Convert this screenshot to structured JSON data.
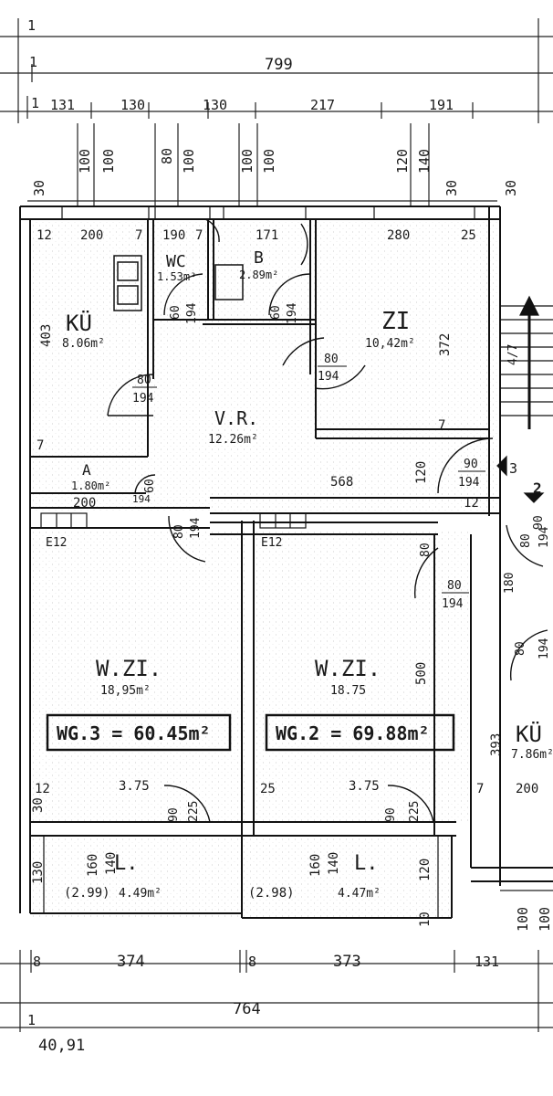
{
  "dimensions": {
    "top_total": "799",
    "top_segments": [
      "131",
      "130",
      "130",
      "217",
      "191"
    ],
    "top_marks": [
      "1",
      "1",
      "1"
    ],
    "window_heights": [
      "100",
      "100",
      "80",
      "100",
      "100",
      "100",
      "120",
      "140"
    ],
    "wall_marks": [
      "30",
      "30",
      "30",
      "30"
    ],
    "bottom_segments": [
      "8",
      "374",
      "8",
      "373",
      "131"
    ],
    "bottom_total": "764",
    "bottom_mark": "1",
    "bottom_extra": "40,91",
    "right_heights": [
      "100",
      "100"
    ]
  },
  "rooms": {
    "kitchen": {
      "name": "KÜ",
      "area": "8.06m²",
      "dims": [
        "12",
        "200",
        "7",
        "403",
        "7"
      ]
    },
    "wc": {
      "name": "WC",
      "area": "1.53m²",
      "dims": [
        "190",
        "7"
      ]
    },
    "bath": {
      "name": "B",
      "area": "2.89m²",
      "dims": [
        "171"
      ]
    },
    "room": {
      "name": "ZI",
      "area": "10,42m²",
      "dims": [
        "280",
        "25",
        "372",
        "7"
      ]
    },
    "hall": {
      "name": "V.R.",
      "area": "12.26m²",
      "dims": [
        "568",
        "120"
      ]
    },
    "storage": {
      "name": "A",
      "area": "1.80m²",
      "dims": [
        "200",
        "12"
      ]
    },
    "living3": {
      "name": "W.ZI.",
      "area": "18,95m²",
      "dims": [
        "12",
        "3.75"
      ]
    },
    "living2": {
      "name": "W.ZI.",
      "area": "18.75",
      "dims": [
        "25",
        "3.75",
        "500",
        "7"
      ]
    },
    "loggia3": {
      "name": "L.",
      "area": "4.49m²",
      "extra": "(2.99)",
      "dims": [
        "130",
        "160",
        "140"
      ]
    },
    "loggia2": {
      "name": "L.",
      "area": "4.47m²",
      "extra": "(2.98)",
      "dims": [
        "160",
        "140",
        "120",
        "10"
      ]
    },
    "kitchen_right": {
      "name": "KÜ",
      "area": "7.86m²",
      "dims": [
        "393",
        "200"
      ]
    }
  },
  "units": {
    "wg3": "WG.3 = 60.45m²",
    "wg2": "WG.2 = 69.88m²"
  },
  "doors": [
    {
      "w": "80",
      "h": "194"
    },
    {
      "w": "60",
      "h": "194"
    },
    {
      "w": "60",
      "h": "194"
    },
    {
      "w": "80",
      "h": "194"
    },
    {
      "w": "80",
      "h": "194"
    },
    {
      "w": "90",
      "h": "194"
    },
    {
      "w": "60",
      "h": "194"
    },
    {
      "w": "80",
      "h": "194"
    },
    {
      "w": "80",
      "h": "194"
    },
    {
      "w": "80",
      "h": "194"
    },
    {
      "w": "90",
      "h": "225"
    },
    {
      "w": "90",
      "h": "225"
    }
  ],
  "misc": {
    "heater_left": "E12",
    "heater_right": "E12",
    "stair_label": "4/7",
    "stair_landing": "3",
    "stair_landing2": "2",
    "hall_side": "80",
    "hall_side2": "180",
    "right_door": "90"
  }
}
